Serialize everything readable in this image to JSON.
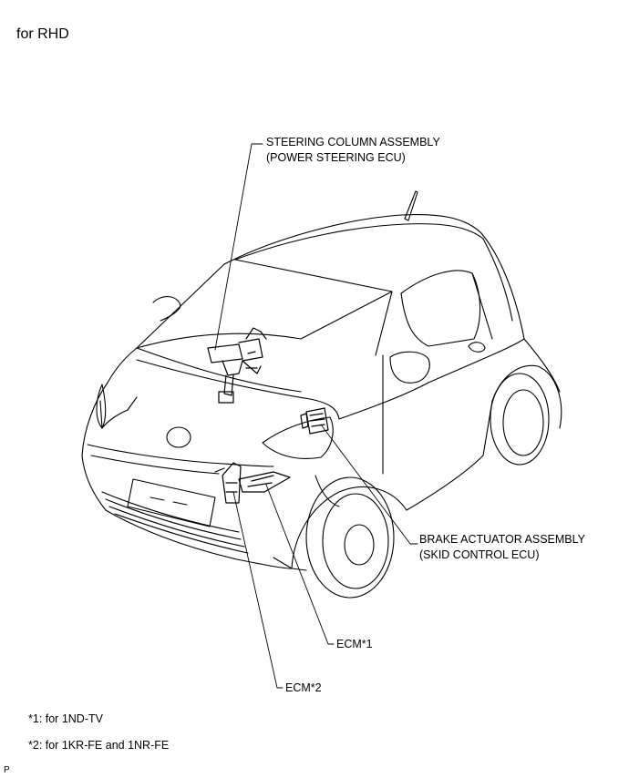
{
  "header": {
    "title": "for RHD"
  },
  "callouts": {
    "steering_line1": "STEERING COLUMN ASSEMBLY",
    "steering_line2": "(POWER STEERING ECU)",
    "brake_line1": "BRAKE ACTUATOR ASSEMBLY",
    "brake_line2": "(SKID CONTROL  ECU)",
    "ecm1": "ECM*1",
    "ecm2": "ECM*2"
  },
  "notes": {
    "note1": "*1: for 1ND-TV",
    "note2": "*2: for 1KR-FE and 1NR-FE"
  },
  "footer": {
    "code": "P"
  }
}
